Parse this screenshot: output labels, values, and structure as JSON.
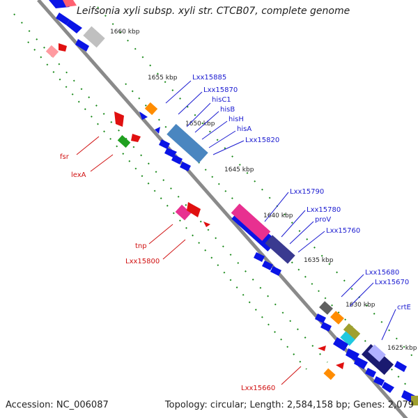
{
  "map": {
    "title": "Leifsonia xyli subsp. xyli str. CTCB07, complete genome",
    "accession_text": "Accession: NC_006087",
    "summary_text": "Topology: circular; Length: 2,584,158 bp; Genes: 2,079"
  },
  "scale_ticks": [
    "1660 kbp",
    "1655 kbp",
    "1650 kbp",
    "1645 kbp",
    "1640 kbp",
    "1635 kbp",
    "1630 kbp",
    "1625 kbp"
  ],
  "labels_blue": [
    "Lxx15885",
    "Lxx15870",
    "hisC1",
    "hisB",
    "hisH",
    "hisA",
    "Lxx15820",
    "Lxx15790",
    "Lxx15780",
    "proV",
    "Lxx15760",
    "Lxx15680",
    "Lxx15670",
    "crtE"
  ],
  "labels_red": [
    "fsr",
    "lexA",
    "tnp",
    "Lxx15800",
    "Lxx15660"
  ],
  "colors": {
    "backbone": "#8a8a8a",
    "forward_gene": "#0a14e6",
    "reverse_gene": "#e01010",
    "label_blue": "#1a1ad0",
    "label_red": "#d01010",
    "tick_dots": "#1a8a1a"
  }
}
